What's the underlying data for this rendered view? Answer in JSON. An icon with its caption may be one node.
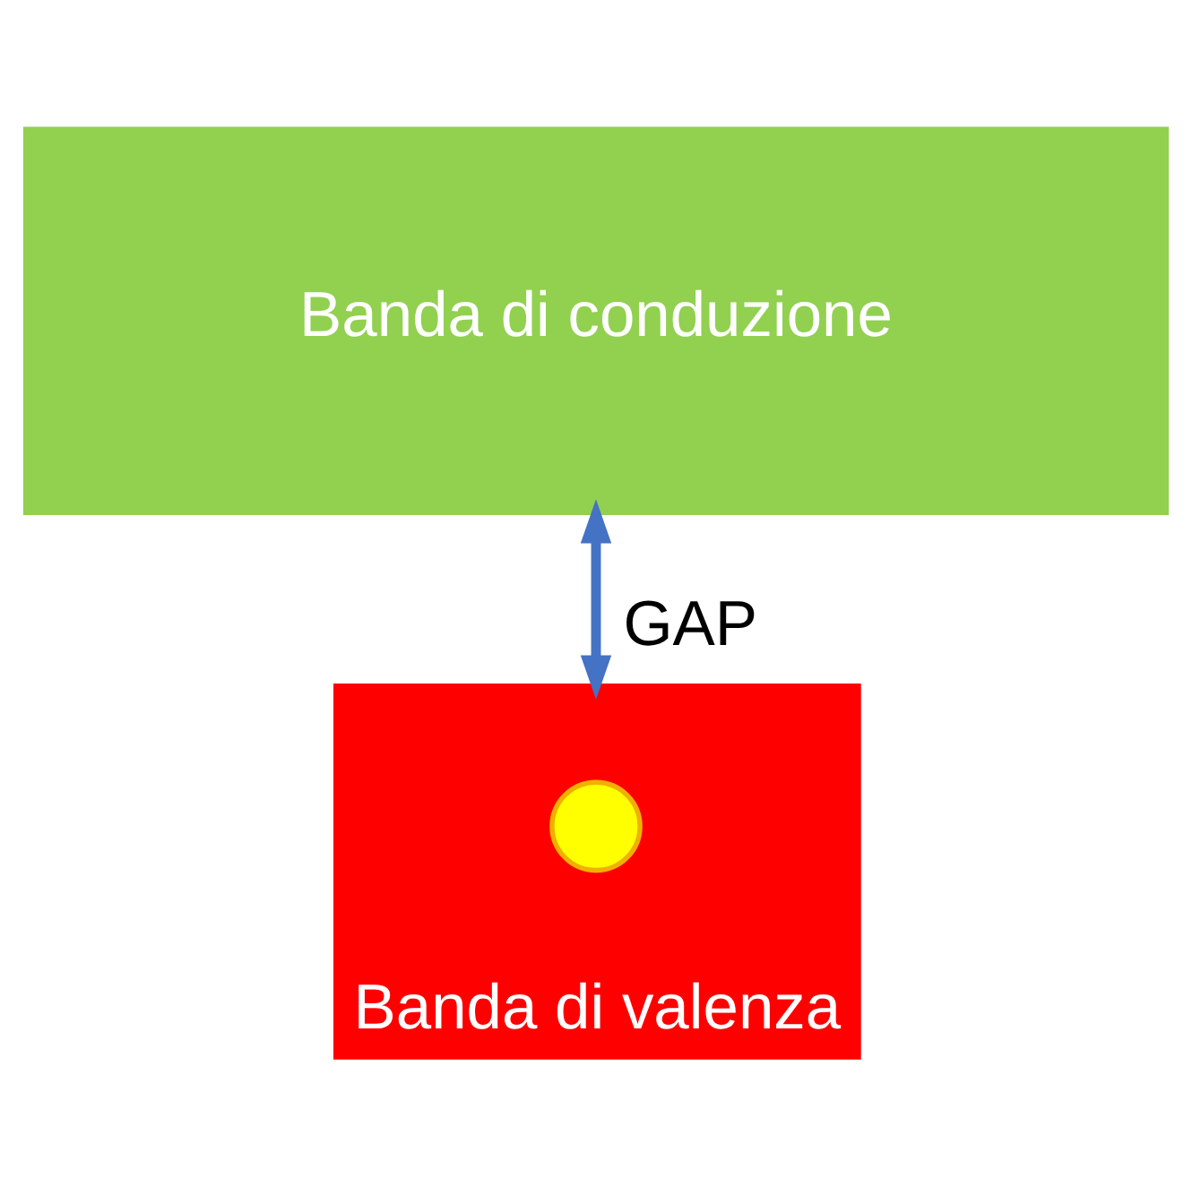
{
  "diagram": {
    "nodes": [
      {
        "text": [
          "Banda di conduzione"
        ]
      },
      {
        "text": [
          "Banda di valenza"
        ]
      },
      {
        "text": [],
        "shape": "circle",
        "in": 1
      }
    ],
    "edges": [
      {
        "from": 0,
        "to": 1,
        "arrow": "both",
        "label": "GAP"
      }
    ]
  }
}
